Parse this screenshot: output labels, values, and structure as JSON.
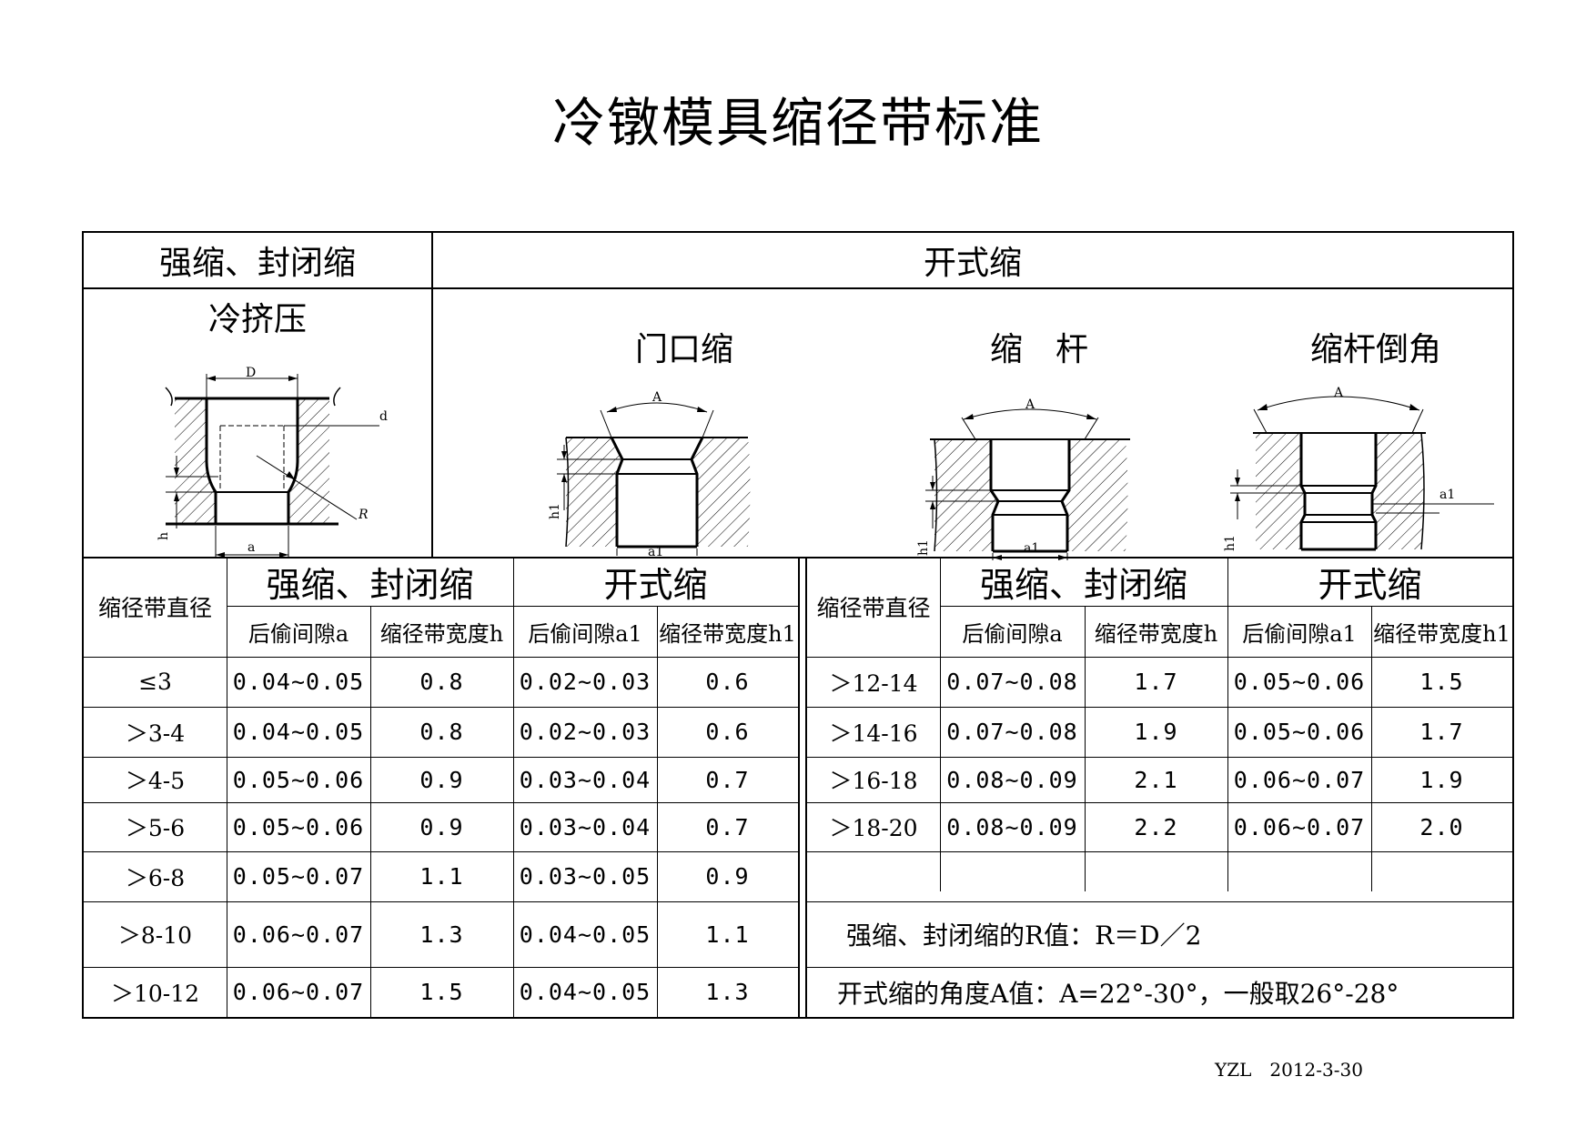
{
  "title": "冷镦模具缩径带标准",
  "top": {
    "left_header": "强缩、封闭缩",
    "right_header": "开式缩",
    "diagrams": [
      {
        "caption": "冷挤压",
        "labels": [
          "D",
          "d",
          "R",
          "h",
          "a"
        ]
      },
      {
        "caption": "门口缩",
        "labels": [
          "A",
          "h1",
          "a1"
        ]
      },
      {
        "caption": "缩　杆",
        "labels": [
          "A",
          "h1",
          "a1"
        ]
      },
      {
        "caption": "缩杆倒角",
        "labels": [
          "A",
          "h1",
          "a1"
        ]
      }
    ]
  },
  "table": {
    "diameter_header": "缩径带直径",
    "group_closed": "强缩、封闭缩",
    "group_open": "开式缩",
    "sub_a": "后偷间隙a",
    "sub_h": "缩径带宽度h",
    "sub_a1": "后偷间隙a1",
    "sub_h1": "缩径带宽度h1",
    "left_rows": [
      {
        "d": "≤3",
        "a": "0.04~0.05",
        "h": "0.8",
        "a1": "0.02~0.03",
        "h1": "0.6"
      },
      {
        "d": "＞3-4",
        "a": "0.04~0.05",
        "h": "0.8",
        "a1": "0.02~0.03",
        "h1": "0.6"
      },
      {
        "d": "＞4-5",
        "a": "0.05~0.06",
        "h": "0.9",
        "a1": "0.03~0.04",
        "h1": "0.7"
      },
      {
        "d": "＞5-6",
        "a": "0.05~0.06",
        "h": "0.9",
        "a1": "0.03~0.04",
        "h1": "0.7"
      },
      {
        "d": "＞6-8",
        "a": "0.05~0.07",
        "h": "1.1",
        "a1": "0.03~0.05",
        "h1": "0.9"
      },
      {
        "d": "＞8-10",
        "a": "0.06~0.07",
        "h": "1.3",
        "a1": "0.04~0.05",
        "h1": "1.1"
      },
      {
        "d": "＞10-12",
        "a": "0.06~0.07",
        "h": "1.5",
        "a1": "0.04~0.05",
        "h1": "1.3"
      }
    ],
    "right_rows": [
      {
        "d": "＞12-14",
        "a": "0.07~0.08",
        "h": "1.7",
        "a1": "0.05~0.06",
        "h1": "1.5"
      },
      {
        "d": "＞14-16",
        "a": "0.07~0.08",
        "h": "1.9",
        "a1": "0.05~0.06",
        "h1": "1.7"
      },
      {
        "d": "＞16-18",
        "a": "0.08~0.09",
        "h": "2.1",
        "a1": "0.06~0.07",
        "h1": "1.9"
      },
      {
        "d": "＞18-20",
        "a": "0.08~0.09",
        "h": "2.2",
        "a1": "0.06~0.07",
        "h1": "2.0"
      },
      {
        "d": "",
        "a": "",
        "h": "",
        "a1": "",
        "h1": ""
      }
    ],
    "note_r": "强缩、封闭缩的R值：R＝D／2",
    "note_a": "开式缩的角度A值：A=22°-30°，一般取26°-28°"
  },
  "footer": "YZL　2012-3-30"
}
